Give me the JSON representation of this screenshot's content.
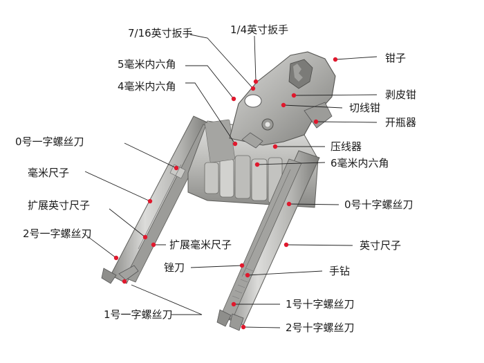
{
  "diagram": {
    "labels": {
      "wrench_7_16": "7/16英寸扳手",
      "wrench_1_4": "1/4英寸扳手",
      "hex_5mm": "5毫米内六角",
      "hex_4mm": "4毫米内六角",
      "pliers": "钳子",
      "wire_stripper": "剥皮钳",
      "wire_cutter": "切线钳",
      "bottle_opener": "开瓶器",
      "flat_screwdriver_0": "0号一字螺丝刀",
      "crimper": "压线器",
      "hex_6mm": "6毫米内六角",
      "mm_ruler": "毫米尺子",
      "ext_inch_ruler": "扩展英寸尺子",
      "phillips_0": "0号十字螺丝刀",
      "flat_screwdriver_2": "2号一字螺丝刀",
      "ext_mm_ruler": "扩展毫米尺子",
      "inch_ruler": "英寸尺子",
      "file": "锉刀",
      "hand_drill": "手钻",
      "phillips_1": "1号十字螺丝刀",
      "flat_screwdriver_1": "1号一字螺丝刀",
      "phillips_2": "2号十字螺丝刀"
    },
    "colors": {
      "marker": "#e0182d",
      "leader": "#222222",
      "steel_light": "#d4d4d2",
      "steel_mid": "#a9a9a6",
      "steel_dark": "#6e6e6b"
    }
  }
}
